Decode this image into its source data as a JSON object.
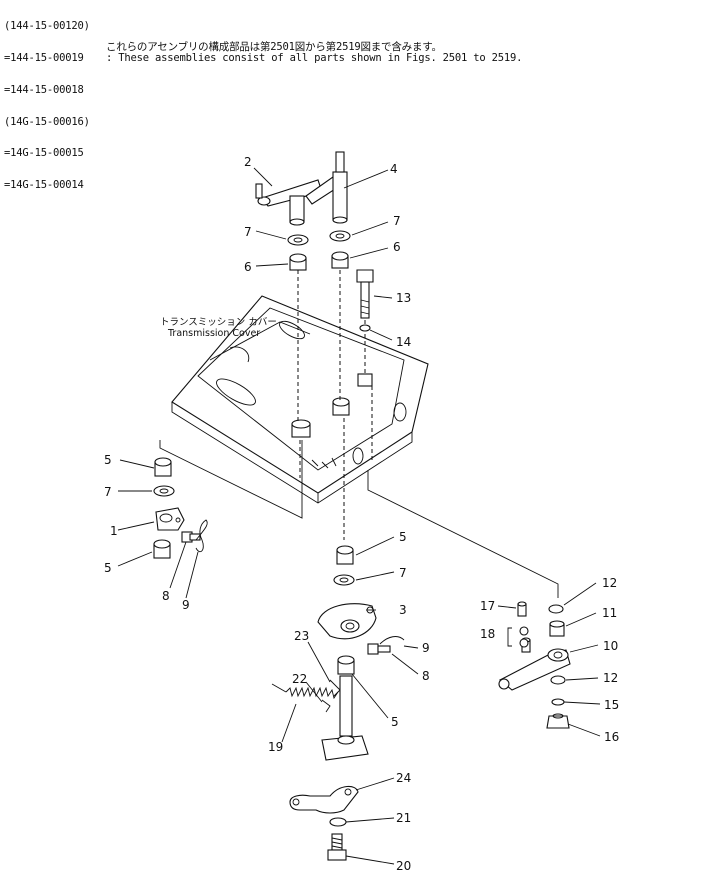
{
  "header": {
    "lines": [
      "(144-15-00120)",
      "=144-15-00019",
      "=144-15-00018",
      "(14G-15-00016)",
      "=14G-15-00015",
      "=14G-15-00014"
    ],
    "note_jp": "これらのアセンブリの構成部品は第2501図から第2519図まで含みます。",
    "note_en": ": These assemblies consist of all parts shown in Figs. 2501 to 2519."
  },
  "diagram": {
    "cover_label_jp": "トランスミッション カバー",
    "cover_label_en": "Transmission Cover",
    "callouts": [
      "1",
      "2",
      "3",
      "4",
      "5",
      "5",
      "5",
      "5",
      "6",
      "6",
      "7",
      "7",
      "7",
      "7",
      "8",
      "8",
      "9",
      "9",
      "10",
      "11",
      "12",
      "12",
      "13",
      "14",
      "15",
      "16",
      "17",
      "18",
      "19",
      "20",
      "21",
      "22",
      "23",
      "24"
    ]
  }
}
